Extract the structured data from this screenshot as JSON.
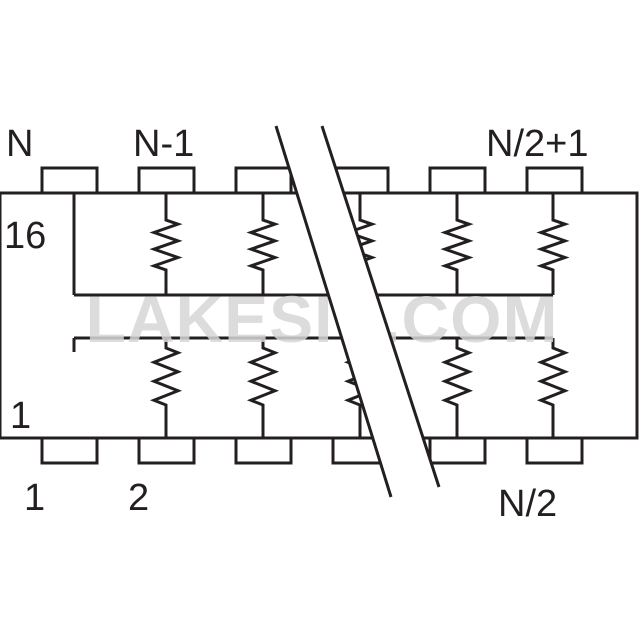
{
  "colors": {
    "ink": "#231f20",
    "background": "#ffffff",
    "watermark": "#d0d0d0"
  },
  "labels": {
    "pin_n": "N",
    "pin_n_minus_1": "N-1",
    "pin_n_half_plus_1": "N/2+1",
    "pin_1": "1",
    "pin_2": "2",
    "pin_n_half": "N/2",
    "inside_16": "16",
    "inside_1": "1"
  },
  "watermark": {
    "text": "LAKESIC.COM"
  }
}
